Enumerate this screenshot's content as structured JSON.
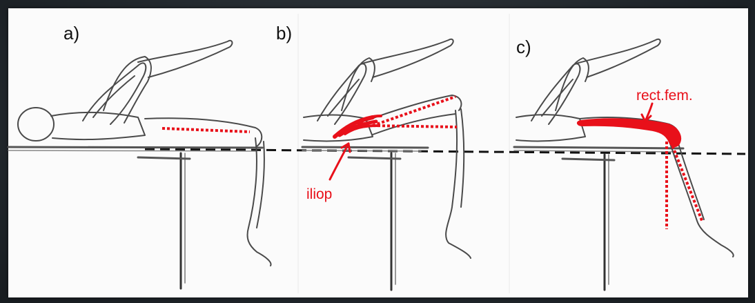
{
  "panels": [
    {
      "label": "a)"
    },
    {
      "label": "b)",
      "annotation": "iliop"
    },
    {
      "label": "c)",
      "annotation": "rect.fem."
    }
  ],
  "colors": {
    "annotation": "#e8101a",
    "pencil": "#4a4a4a",
    "reference_line": "#111111",
    "background": "#fbfbfb"
  }
}
